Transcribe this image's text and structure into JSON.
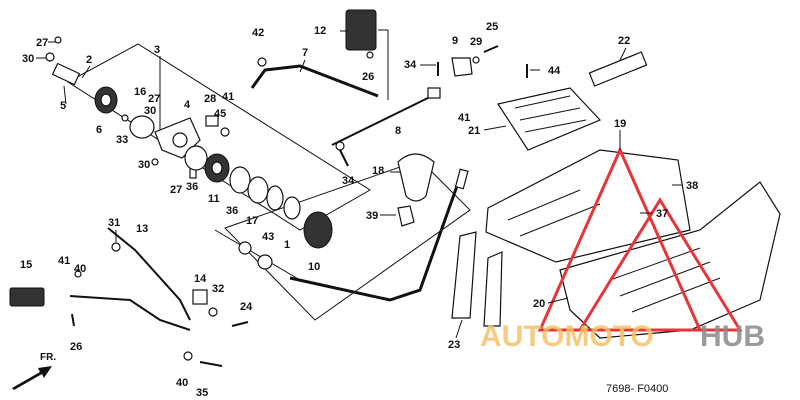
{
  "diagram": {
    "code": "7698- F0400",
    "direction_label": "FR.",
    "watermark": {
      "part1": "AUTOMOTO",
      "part2": "HUB",
      "color_primary": "#e8343a",
      "color_secondary": "#f5c26b"
    },
    "callouts": [
      {
        "id": "c27a",
        "text": "27"
      },
      {
        "id": "c30a",
        "text": "30"
      },
      {
        "id": "c2",
        "text": "2"
      },
      {
        "id": "c5",
        "text": "5"
      },
      {
        "id": "c3",
        "text": "3"
      },
      {
        "id": "c6",
        "text": "6"
      },
      {
        "id": "c16",
        "text": "16"
      },
      {
        "id": "c27b",
        "text": "27"
      },
      {
        "id": "c30b",
        "text": "30"
      },
      {
        "id": "c4",
        "text": "4"
      },
      {
        "id": "c33",
        "text": "33"
      },
      {
        "id": "c28",
        "text": "28"
      },
      {
        "id": "c45",
        "text": "45"
      },
      {
        "id": "c42",
        "text": "42"
      },
      {
        "id": "c12",
        "text": "12"
      },
      {
        "id": "c7",
        "text": "7"
      },
      {
        "id": "c26a",
        "text": "26"
      },
      {
        "id": "c41a",
        "text": "41"
      },
      {
        "id": "c9",
        "text": "9"
      },
      {
        "id": "c29",
        "text": "29"
      },
      {
        "id": "c25",
        "text": "25"
      },
      {
        "id": "c34a",
        "text": "34"
      },
      {
        "id": "c44",
        "text": "44"
      },
      {
        "id": "c22",
        "text": "22"
      },
      {
        "id": "c41b",
        "text": "41"
      },
      {
        "id": "c8",
        "text": "8"
      },
      {
        "id": "c21",
        "text": "21"
      },
      {
        "id": "c19",
        "text": "19"
      },
      {
        "id": "c30c",
        "text": "30"
      },
      {
        "id": "c27c",
        "text": "27"
      },
      {
        "id": "c36a",
        "text": "36"
      },
      {
        "id": "c11",
        "text": "11"
      },
      {
        "id": "c36b",
        "text": "36"
      },
      {
        "id": "c17",
        "text": "17"
      },
      {
        "id": "c43",
        "text": "43"
      },
      {
        "id": "c1",
        "text": "1"
      },
      {
        "id": "c10",
        "text": "10"
      },
      {
        "id": "c34b",
        "text": "34"
      },
      {
        "id": "c18",
        "text": "18"
      },
      {
        "id": "c39",
        "text": "39"
      },
      {
        "id": "c38",
        "text": "38"
      },
      {
        "id": "c37",
        "text": "37"
      },
      {
        "id": "c31",
        "text": "31"
      },
      {
        "id": "c13",
        "text": "13"
      },
      {
        "id": "c15",
        "text": "15"
      },
      {
        "id": "c41c",
        "text": "41"
      },
      {
        "id": "c40a",
        "text": "40"
      },
      {
        "id": "c14",
        "text": "14"
      },
      {
        "id": "c32",
        "text": "32"
      },
      {
        "id": "c24",
        "text": "24"
      },
      {
        "id": "c26b",
        "text": "26"
      },
      {
        "id": "c40b",
        "text": "40"
      },
      {
        "id": "c35",
        "text": "35"
      },
      {
        "id": "c20",
        "text": "20"
      },
      {
        "id": "c23",
        "text": "23"
      }
    ]
  }
}
